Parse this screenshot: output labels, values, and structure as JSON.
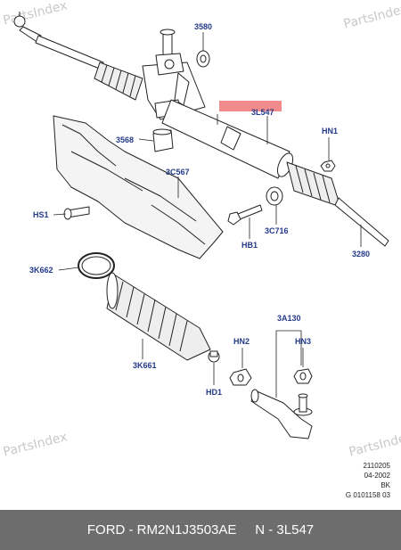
{
  "watermarks": [
    "PartsIndex",
    "PartsIndex",
    "PartsIndex",
    "PartsIndex"
  ],
  "labels": {
    "l3580": "3580",
    "l3l547": "3L547",
    "lhn1": "HN1",
    "l3568": "3568",
    "l3c567": "3C567",
    "lhs1": "HS1",
    "lhb1": "HB1",
    "l3c716": "3C716",
    "l3280": "3280",
    "l3k662": "3K662",
    "l3a130": "3A130",
    "lhn2": "HN2",
    "lhn3": "HN3",
    "l3k661": "3K661",
    "lhd1": "HD1"
  },
  "notes": [
    "2110205",
    "04-2002",
    "BK",
    "G 0101158 03"
  ],
  "footer": {
    "part": "FORD - RM2N1J3503AE",
    "ref": "N - 3L547"
  },
  "highlight_color": "#f28b8b",
  "label_color": "#233a8a"
}
